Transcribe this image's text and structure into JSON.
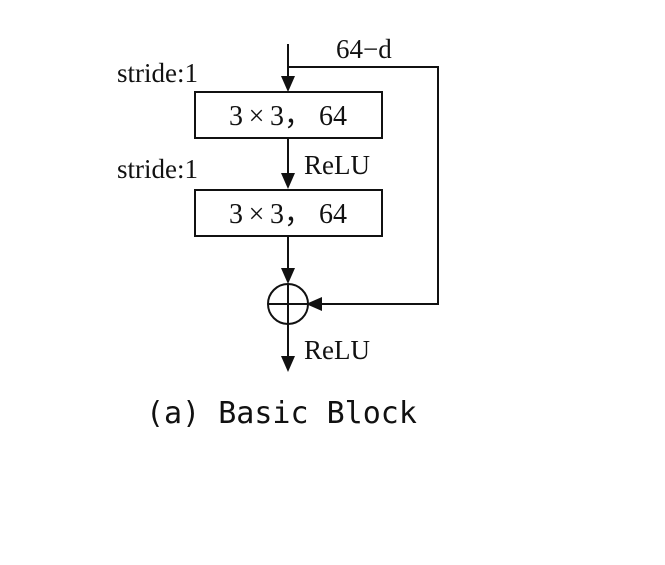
{
  "diagram": {
    "shortcut_label": "64−d",
    "layer1": {
      "stride_label": "stride:1",
      "box_label": "3 × 3， 64"
    },
    "between_activation": "ReLU",
    "layer2": {
      "stride_label": "stride:1",
      "box_label": "3 × 3， 64"
    },
    "output_activation": "ReLU",
    "caption": "(a) Basic Block"
  }
}
